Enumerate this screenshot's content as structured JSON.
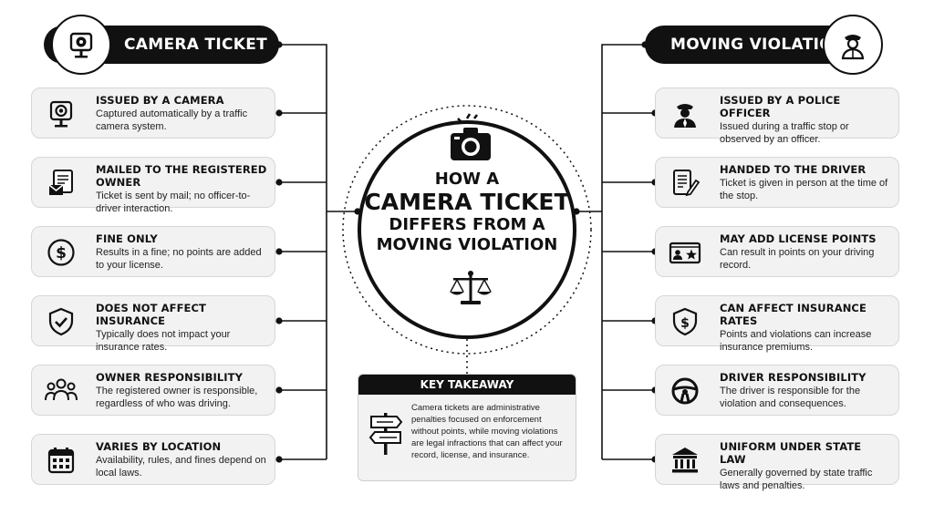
{
  "left": {
    "title": "CAMERA TICKET",
    "items": [
      {
        "title": "ISSUED BY A CAMERA",
        "desc": "Captured automatically by a traffic camera system."
      },
      {
        "title": "MAILED TO THE REGISTERED OWNER",
        "desc": "Ticket is sent by mail; no officer-to-driver interaction."
      },
      {
        "title": "FINE ONLY",
        "desc": "Results in a fine; no points are added to your license."
      },
      {
        "title": "DOES NOT AFFECT INSURANCE",
        "desc": "Typically does not impact your insurance rates."
      },
      {
        "title": "OWNER RESPONSIBILITY",
        "desc": "The registered owner is responsible, regardless of who was driving."
      },
      {
        "title": "VARIES BY LOCATION",
        "desc": "Availability, rules, and fines depend on local laws."
      }
    ]
  },
  "right": {
    "title": "MOVING VIOLATION",
    "items": [
      {
        "title": "ISSUED BY A POLICE OFFICER",
        "desc": "Issued during a traffic stop or observed by an officer."
      },
      {
        "title": "HANDED TO THE DRIVER",
        "desc": "Ticket is given in person at the time of the stop."
      },
      {
        "title": "MAY ADD LICENSE POINTS",
        "desc": "Can result in points on your driving record."
      },
      {
        "title": "CAN AFFECT INSURANCE RATES",
        "desc": "Points and violations can increase insurance premiums."
      },
      {
        "title": "DRIVER RESPONSIBILITY",
        "desc": "The driver is responsible for the violation and consequences."
      },
      {
        "title": "UNIFORM UNDER STATE LAW",
        "desc": "Generally governed by state traffic laws and penalties."
      }
    ]
  },
  "center": {
    "line1": "HOW A",
    "line2": "CAMERA TICKET",
    "line3": "DIFFERS FROM A",
    "line4": "MOVING VIOLATION"
  },
  "takeaway": {
    "title": "KEY TAKEAWAY",
    "text": "Camera tickets are administrative penalties focused on enforcement without points, while moving violations are legal infractions that can affect your record, license, and insurance."
  },
  "icons": {
    "left_header": "traffic-camera-icon",
    "right_header": "police-officer-icon",
    "center_top": "camera-icon",
    "center_bottom": "scales-of-justice-icon",
    "takeaway": "signpost-icon",
    "left_items": [
      "traffic-camera-icon",
      "mail-document-icon",
      "dollar-coin-icon",
      "shield-check-icon",
      "group-people-icon",
      "calendar-icon"
    ],
    "right_items": [
      "police-officer-icon",
      "document-pen-icon",
      "license-card-icon",
      "shield-dollar-icon",
      "steering-wheel-icon",
      "courthouse-icon"
    ]
  },
  "colors": {
    "ink": "#111111",
    "card": "#f2f2f2",
    "background": "#ffffff"
  }
}
